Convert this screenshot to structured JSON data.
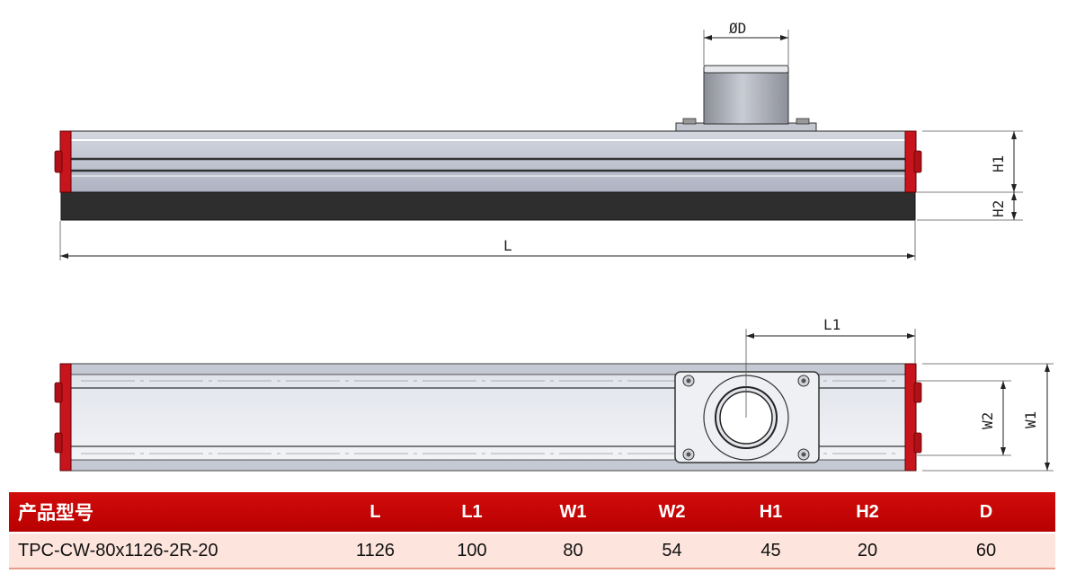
{
  "labels": {
    "diameter": "ØD",
    "length": "L",
    "h1": "H1",
    "h2": "H2",
    "l1": "L1",
    "w1": "W1",
    "w2": "W2"
  },
  "table": {
    "headers": [
      "产品型号",
      "L",
      "L1",
      "W1",
      "W2",
      "H1",
      "H2",
      "D"
    ],
    "rows": [
      [
        "TPC-CW-80x1126-2R-20",
        "1126",
        "100",
        "80",
        "54",
        "45",
        "20",
        "60"
      ]
    ]
  },
  "colors": {
    "header_red": "#c00000",
    "row_pink": "#fde5dd",
    "endcap_red": "#c8141c",
    "profile_grey": "#b7bccb",
    "base_dark": "#2e2e2e"
  }
}
